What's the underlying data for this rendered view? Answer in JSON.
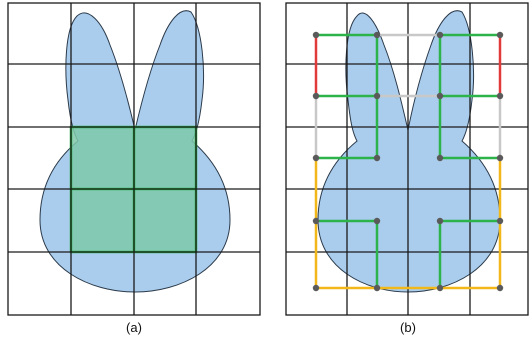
{
  "panels": [
    {
      "id": "a",
      "caption": "(a)"
    },
    {
      "id": "b",
      "caption": "(b)"
    }
  ],
  "colors": {
    "grid": "#1a1a1a",
    "shape_fill": "#aacdee",
    "shape_stroke": "#2b3a4a",
    "inner_region": "#7ec8a9",
    "green_edge": "#2cb34a",
    "red_edge": "#e23a3a",
    "gray_edge": "#c8c8c8",
    "yellow_edge": "#f2b81a",
    "vertex": "#5a5a5a"
  }
}
